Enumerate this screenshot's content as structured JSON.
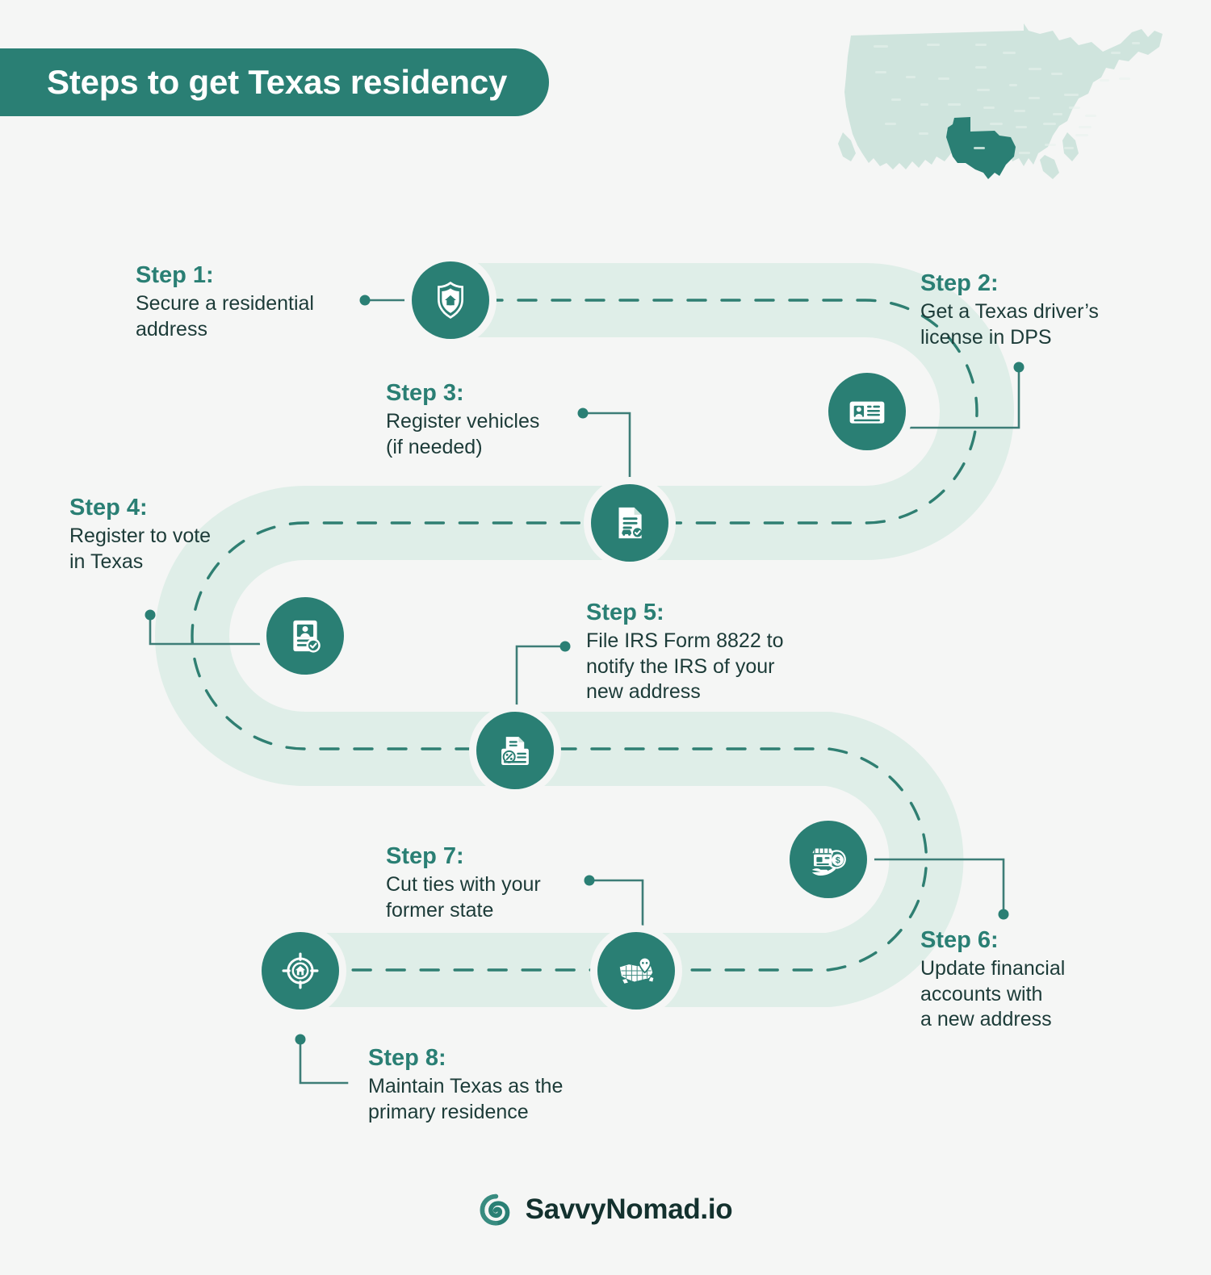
{
  "theme": {
    "background": "#f5f6f5",
    "accent_teal": "#2a7f74",
    "road_band": "#dfeee8",
    "dash_line": "#2f7f72",
    "body_text": "#1c3b38",
    "map_base": "#cfe4dd",
    "map_highlight": "#2a7f74",
    "white": "#ffffff"
  },
  "header": {
    "title": "Steps to get Texas residency"
  },
  "map": {
    "name": "us-map-texas-highlighted",
    "highlighted_state": "Texas"
  },
  "steps": [
    {
      "id": 1,
      "head": "Step 1:",
      "body": "Secure a residential\naddress",
      "icon": "shield-home-icon"
    },
    {
      "id": 2,
      "head": "Step 2:",
      "body": "Get a Texas driver’s\nlicense in DPS",
      "icon": "id-card-icon"
    },
    {
      "id": 3,
      "head": "Step 3:",
      "body": "Register vehicles\n(if needed)",
      "icon": "vehicle-document-icon"
    },
    {
      "id": 4,
      "head": "Step 4:",
      "body": "Register to vote\nin Texas",
      "icon": "voter-id-check-icon"
    },
    {
      "id": 5,
      "head": "Step 5:",
      "body": "File IRS Form 8822 to\nnotify the IRS of your\nnew address",
      "icon": "tax-documents-icon"
    },
    {
      "id": 6,
      "head": "Step 6:",
      "body": "Update financial\naccounts with\na new address",
      "icon": "bank-money-hand-icon"
    },
    {
      "id": 7,
      "head": "Step 7:",
      "body": "Cut ties with your\nformer state",
      "icon": "map-pin-usa-icon"
    },
    {
      "id": 8,
      "head": "Step 8:",
      "body": "Maintain Texas as the\nprimary residence",
      "icon": "target-home-icon"
    }
  ],
  "footer": {
    "brand": "SavvyNomad.io",
    "logo_icon": "savvynomad-spiral-logo"
  }
}
